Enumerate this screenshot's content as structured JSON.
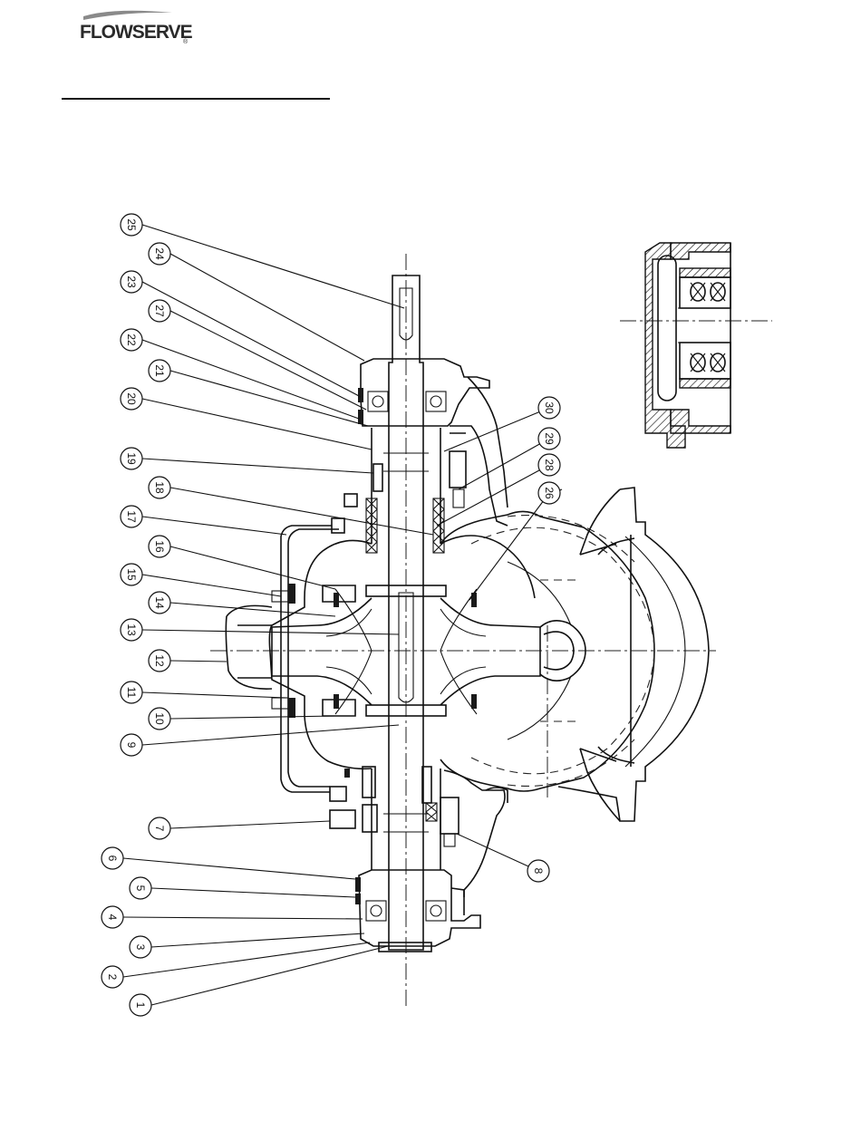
{
  "header": {
    "brand": "FLOWSERVE",
    "registered_mark": "®"
  },
  "drawing": {
    "callouts": [
      {
        "id": "c25",
        "label": "25"
      },
      {
        "id": "c24",
        "label": "24"
      },
      {
        "id": "c23",
        "label": "23"
      },
      {
        "id": "c27",
        "label": "27"
      },
      {
        "id": "c22",
        "label": "22"
      },
      {
        "id": "c21",
        "label": "21"
      },
      {
        "id": "c20",
        "label": "20"
      },
      {
        "id": "c19",
        "label": "19"
      },
      {
        "id": "c18",
        "label": "18"
      },
      {
        "id": "c17",
        "label": "17"
      },
      {
        "id": "c16",
        "label": "16"
      },
      {
        "id": "c15",
        "label": "15"
      },
      {
        "id": "c14",
        "label": "14"
      },
      {
        "id": "c13",
        "label": "13"
      },
      {
        "id": "c12",
        "label": "12"
      },
      {
        "id": "c11",
        "label": "11"
      },
      {
        "id": "c10",
        "label": "10"
      },
      {
        "id": "c9",
        "label": "9"
      },
      {
        "id": "c7",
        "label": "7"
      },
      {
        "id": "c6",
        "label": "6"
      },
      {
        "id": "c5",
        "label": "5"
      },
      {
        "id": "c4",
        "label": "4"
      },
      {
        "id": "c3",
        "label": "3"
      },
      {
        "id": "c2",
        "label": "2"
      },
      {
        "id": "c1",
        "label": "1"
      },
      {
        "id": "c30",
        "label": "30"
      },
      {
        "id": "c29",
        "label": "29"
      },
      {
        "id": "c28",
        "label": "28"
      },
      {
        "id": "c26",
        "label": "26"
      },
      {
        "id": "c8",
        "label": "8"
      }
    ]
  }
}
